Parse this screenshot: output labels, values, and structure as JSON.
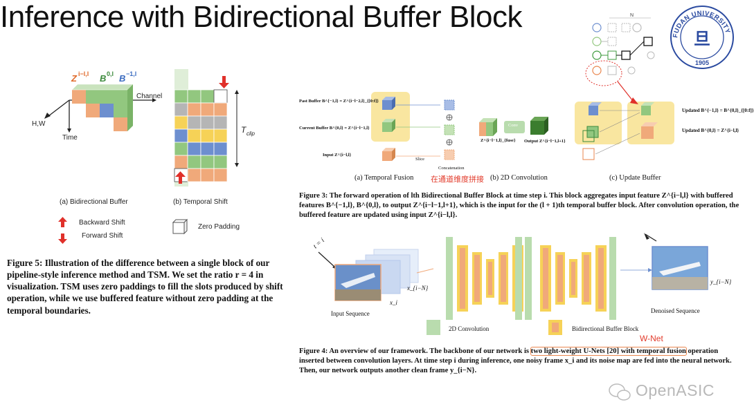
{
  "title": "Inference with Bidirectional Buffer Block",
  "fig5": {
    "labels": {
      "z": "Z",
      "z_sup": "i−l,l",
      "b0": "B",
      "b0_sup": "0,l",
      "b1": "B",
      "b1_sup": "−1,l",
      "channel": "Channel",
      "hw": "H,W",
      "time": "Time",
      "tclip": "T",
      "tclip_sub": "clip"
    },
    "sub_a": "(a) Bidirectional Buffer",
    "sub_b": "(b) Temporal Shift",
    "legend_backward": "Backward Shift",
    "legend_forward": "Forward Shift",
    "legend_zero": "Zero Padding",
    "caption": "Figure 5: Illustration of the difference between a single block of our pipeline-style inference method and TSM. We set the ratio r = 4 in visualization. TSM uses zero paddings to fill the slots produced by shift operation, while we use buffered feature without zero padding at the temporal boundaries."
  },
  "fig3": {
    "past_buffer": "Past Buffer  B^{−1,l} = Z^{i−l−2,l}_{[0:f]}",
    "current_buffer": "Current Buffer B^{0,l} = Z^{i−l−1,l}",
    "input": "Input Z^{i−l,l}",
    "slice": "Slice",
    "concatenation": "Concatenation",
    "zfuse": "Z^{i−l−1,l}_{fuse}",
    "conv": "Conv",
    "output": "Output Z^{i−l−1,l+1}",
    "updated_b1": "Updated B^{−1,l} = B^{0,l}_{[0:f]}",
    "updated_b0": "Updated B^{0,l} = Z^{i−l,l}",
    "sub_a": "(a) Temporal Fusion",
    "sub_b": "(b) 2D Convolution",
    "sub_c": "(c) Update Buffer",
    "annotation": "在通道维度拼接",
    "caption": "Figure 3: The forward operation of lth Bidirectional Buffer Block at time step i. This block aggregates input feature Z^{i−l,l} with buffered features B^{−1,l}, B^{0,l}, to output Z^{i−l−1,l+1}, which is the input for the (l + 1)th temporal buffer block. After convolution operation, the buffered feature are updated using input Z^{i−l,l}."
  },
  "fig4": {
    "t_label": "t = i",
    "xi_n": "x_{i−N}",
    "xi": "x_i",
    "yi_n": "y_{i−N}",
    "input_seq": "Input Sequence",
    "denoised_seq": "Denoised Sequence",
    "legend_conv": "2D Convolution",
    "legend_bbb": "Bidirectional Buffer Block",
    "annotation": "W-Net",
    "caption_pre": "Figure 4: An overview of our framework. The backbone of our network is ",
    "caption_box": "two light-weight U-Nets [20] with temporal fusion",
    "caption_post": " operation inserted between convolution layers. At time step i during inference, one noisy frame x_i and its noise map are fed into the neural network. Then, our network outputs another clean frame y_{i−N}."
  },
  "graph": {
    "n_label": "N"
  },
  "logo": {
    "text": "FUDAN UNIVERSITY",
    "year": "1905"
  },
  "watermark": "OpenASIC",
  "colors": {
    "orange": "#f0a97a",
    "green": "#92c77f",
    "blue": "#6d8fcf",
    "yellow": "#f6d257",
    "gray": "#b5b5b5",
    "red": "#e0302a",
    "logo_blue": "#2a4aa0"
  }
}
